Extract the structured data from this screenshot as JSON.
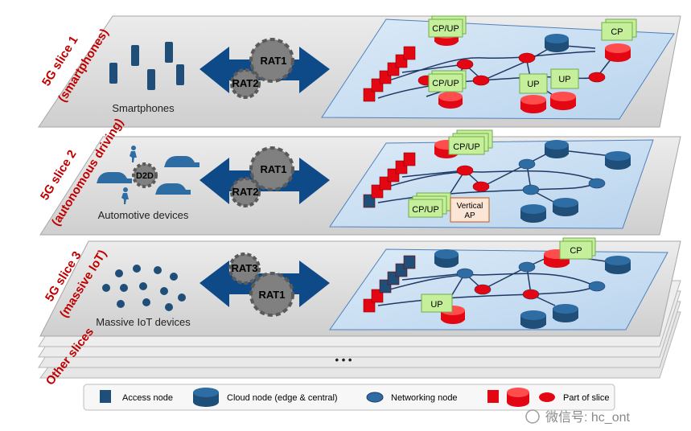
{
  "slices": [
    {
      "title": "5G slice 1",
      "subtitle": "(smartphones)",
      "device_label": "Smartphones",
      "rat_top": "RAT1",
      "rat_bottom": "RAT2",
      "device_icon": "smartphone-icon",
      "edge_tags": [
        "CP/UP",
        "CP/UP",
        "CP"
      ],
      "extra_tags": [
        "UP",
        "UP"
      ]
    },
    {
      "title": "5G slice 2",
      "subtitle": "(autonomous driving)",
      "device_label": "Automotive devices",
      "center_label": "D2D",
      "rat_top": "RAT1",
      "rat_bottom": "RAT2",
      "device_icon": "car-icon",
      "edge_tags": [
        "CP/UP",
        "CP/UP"
      ],
      "vertical_ap": "Vertical\nAP"
    },
    {
      "title": "5G slice 3",
      "subtitle": "(massive IoT)",
      "device_label": "Massive IoT devices",
      "rat_top": "RAT3",
      "rat_bottom": "RAT1",
      "device_icon": "iot-sensor-icon",
      "edge_tags": [
        "CP",
        "UP"
      ]
    }
  ],
  "other_slices": "Other slices",
  "ellipsis": "• • •",
  "legend": [
    {
      "label": "Access node",
      "icon": "access-node-icon"
    },
    {
      "label": "Cloud node (edge & central)",
      "icon": "cloud-node-icon"
    },
    {
      "label": "Networking node",
      "icon": "networking-node-icon"
    },
    {
      "label": "Part of slice",
      "icon": "slice-part-icon"
    }
  ],
  "watermark": "微信号: hc_ont",
  "colors": {
    "plane_fill": "#d9d9d9",
    "network_fill": "#cfe3f5",
    "slice_red": "#e30613",
    "node_blue": "#1f4e79",
    "arrow_blue": "#0f4a88",
    "gear_gray": "#7f7f7f",
    "tag_green": "#c6ef9c",
    "title_red": "#c00000"
  }
}
